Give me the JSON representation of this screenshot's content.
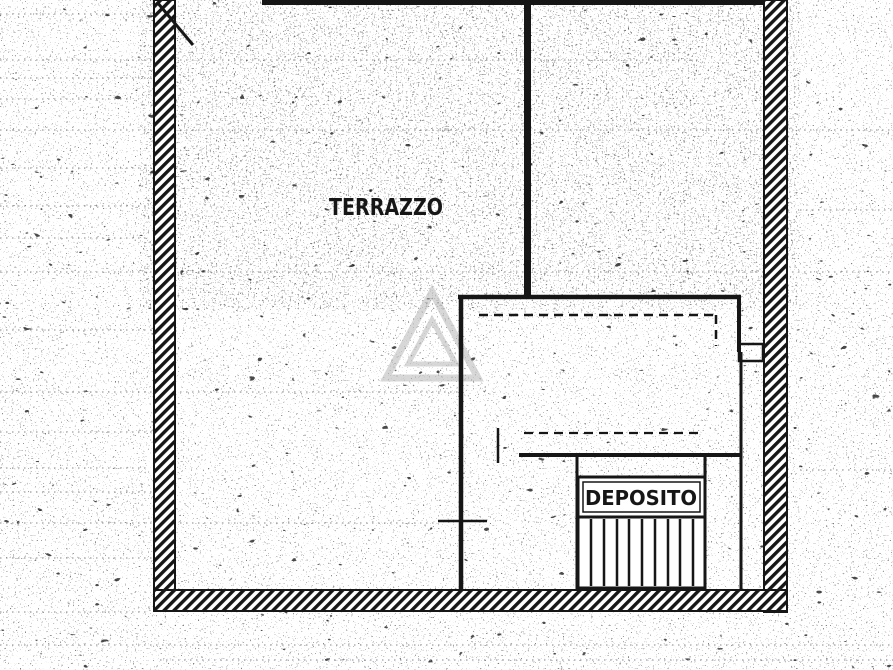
{
  "document": {
    "type_label": "scanned cadastral floor plan",
    "labels": {
      "terrace": "TERRAZZO",
      "storage": "DEPOSITO"
    },
    "colors": {
      "ink": "#161616",
      "paper": "#ffffff",
      "watermark": "#b0b0b0"
    }
  }
}
